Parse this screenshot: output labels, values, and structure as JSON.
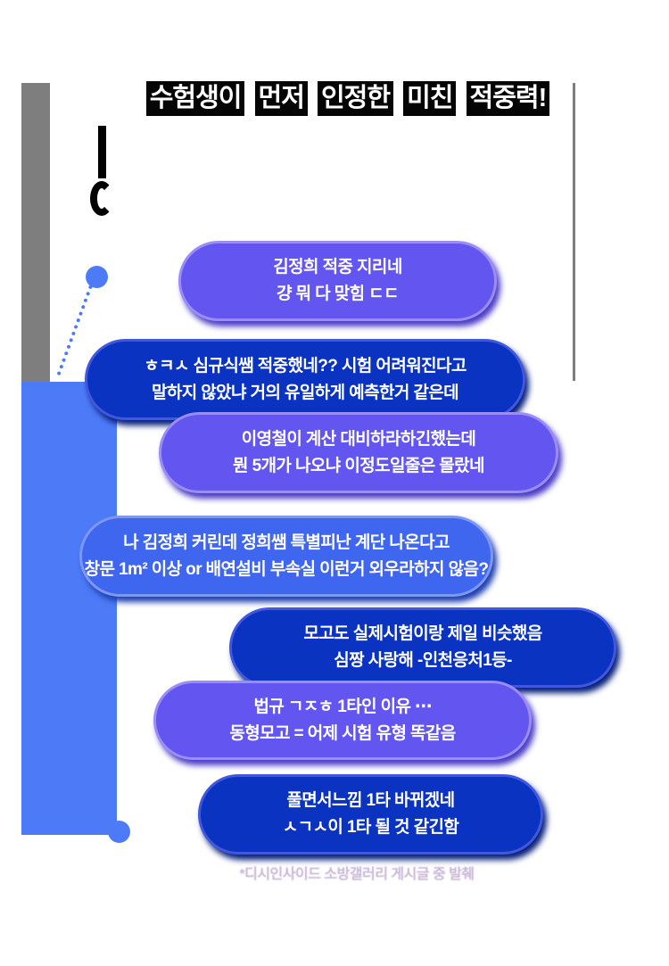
{
  "header": {
    "title": "수험생이 먼저 인정한 미친 적중력!"
  },
  "bubbles": [
    {
      "style": "purple",
      "lines": [
        "김정희 적중 지리네",
        "걍 뭐 다 맞힘 ㄷㄷ"
      ]
    },
    {
      "style": "dark_blue",
      "lines": [
        "ㅎㅋㅅ 심규식쌤 적중했네?? 시험 어려워진다고",
        "말하지 않았냐 거의 유일하게 예측한거 같은데"
      ]
    },
    {
      "style": "purple",
      "lines": [
        "이영철이 계산 대비하라하긴했는데",
        "뭔 5개가 나오냐 이정도일줄은 몰랐네"
      ]
    },
    {
      "style": "medium_blue",
      "lines": [
        "나 김정희 커린데 정희쌤 특별피난 계단 나온다고",
        "창문 1m² 이상 or 배연설비 부속실 이런거  외우라하지 않음?"
      ]
    },
    {
      "style": "dark_blue",
      "lines": [
        "모고도 실제시험이랑 제일 비슷했음",
        "심짱 사랑해  -인천응처1등-"
      ]
    },
    {
      "style": "purple",
      "lines": [
        "법규 ㄱㅈㅎ 1타인 이유 ⋯",
        "동형모고 = 어제 시험 유형 똑같음"
      ]
    },
    {
      "style": "dark_blue",
      "lines": [
        "풀면서느낌 1타 바뀌겠네",
        "ㅅㄱㅅ이 1타 될 것 같긴함"
      ]
    }
  ],
  "footer": {
    "caption": "*디시인사이드 소방갤러리 게시글 중 발췌"
  },
  "colors": {
    "bubble": {
      "purple": {
        "fill": "#6355f0",
        "border": "#9a8df8",
        "shadow": "#4a3cc4"
      },
      "dark_blue": {
        "fill": "#0a33c2",
        "border": "#4157dd",
        "shadow": "#071f78"
      },
      "medium_blue": {
        "fill": "#3f66ee",
        "border": "#7e97f3",
        "shadow": "#1e3fae"
      }
    },
    "accent_blue": "#4d7bf7",
    "frame_gray": "#7e7e7e",
    "fragment_black": "#000000",
    "title_bg": "#050505",
    "title_fg": "#ffffff",
    "bubble_text": "#ffffff",
    "caption": "#c9b6d6"
  }
}
